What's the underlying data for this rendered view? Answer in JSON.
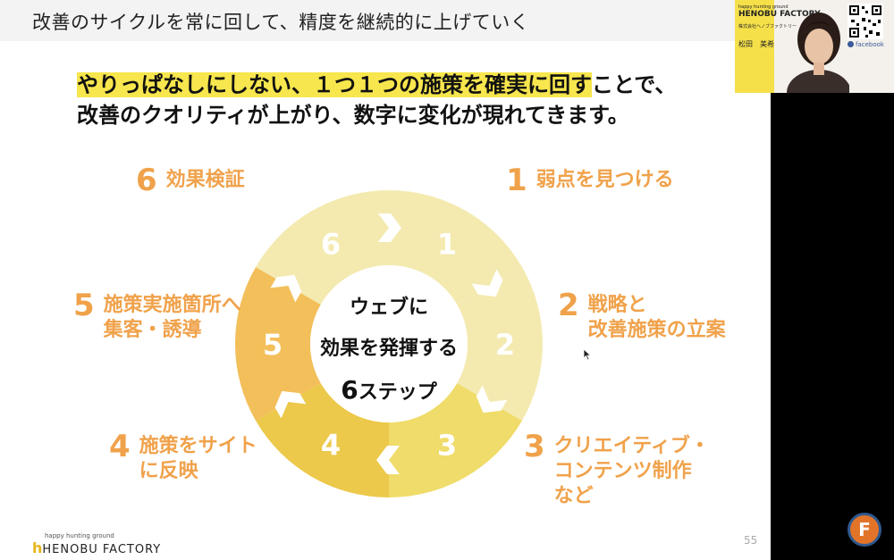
{
  "header": {
    "title": "改善のサイクルを常に回して、精度を継続的に上げていく"
  },
  "lead": {
    "highlight": "やりっぱなしにしない、１つ１つの施策を確実に回す",
    "rest1": "ことで、",
    "line2": "改善のクオリティが上がり、数字に変化が現れてきます。"
  },
  "center": {
    "line1": "ウェブに",
    "line2": "効果を発揮する",
    "line3_num": "6",
    "line3_text": "ステップ"
  },
  "steps": [
    {
      "num": "1",
      "lines": [
        "弱点を見つける"
      ]
    },
    {
      "num": "2",
      "lines": [
        "戦略と",
        "改善施策の立案"
      ]
    },
    {
      "num": "3",
      "lines": [
        "クリエイティブ・",
        "コンテンツ制作",
        "など"
      ]
    },
    {
      "num": "4",
      "lines": [
        "施策をサイト",
        "に反映"
      ]
    },
    {
      "num": "5",
      "lines": [
        "施策実施箇所へ",
        "集客・誘導"
      ]
    },
    {
      "num": "6",
      "lines": [
        "効果検証"
      ]
    }
  ],
  "wheel_numbers": [
    "1",
    "2",
    "3",
    "4",
    "5",
    "6"
  ],
  "footer": {
    "tagline": "happy hunting ground",
    "brand": "HENOBU FACTORY",
    "page": "55"
  },
  "presenter": {
    "brand": "HENOBU FACTORY",
    "company": "株式会社ヘノブファクトリー",
    "name": "松田　美希",
    "social": "facebook"
  },
  "colors": {
    "accent": "#f0a24b",
    "highlight": "#f7e64d",
    "ring_light": "#f4eab0",
    "ring_mid": "#f0dc6a",
    "ring_dark": "#ecc94a",
    "ring_orange": "#f3bf5a"
  },
  "fab_label": "F"
}
